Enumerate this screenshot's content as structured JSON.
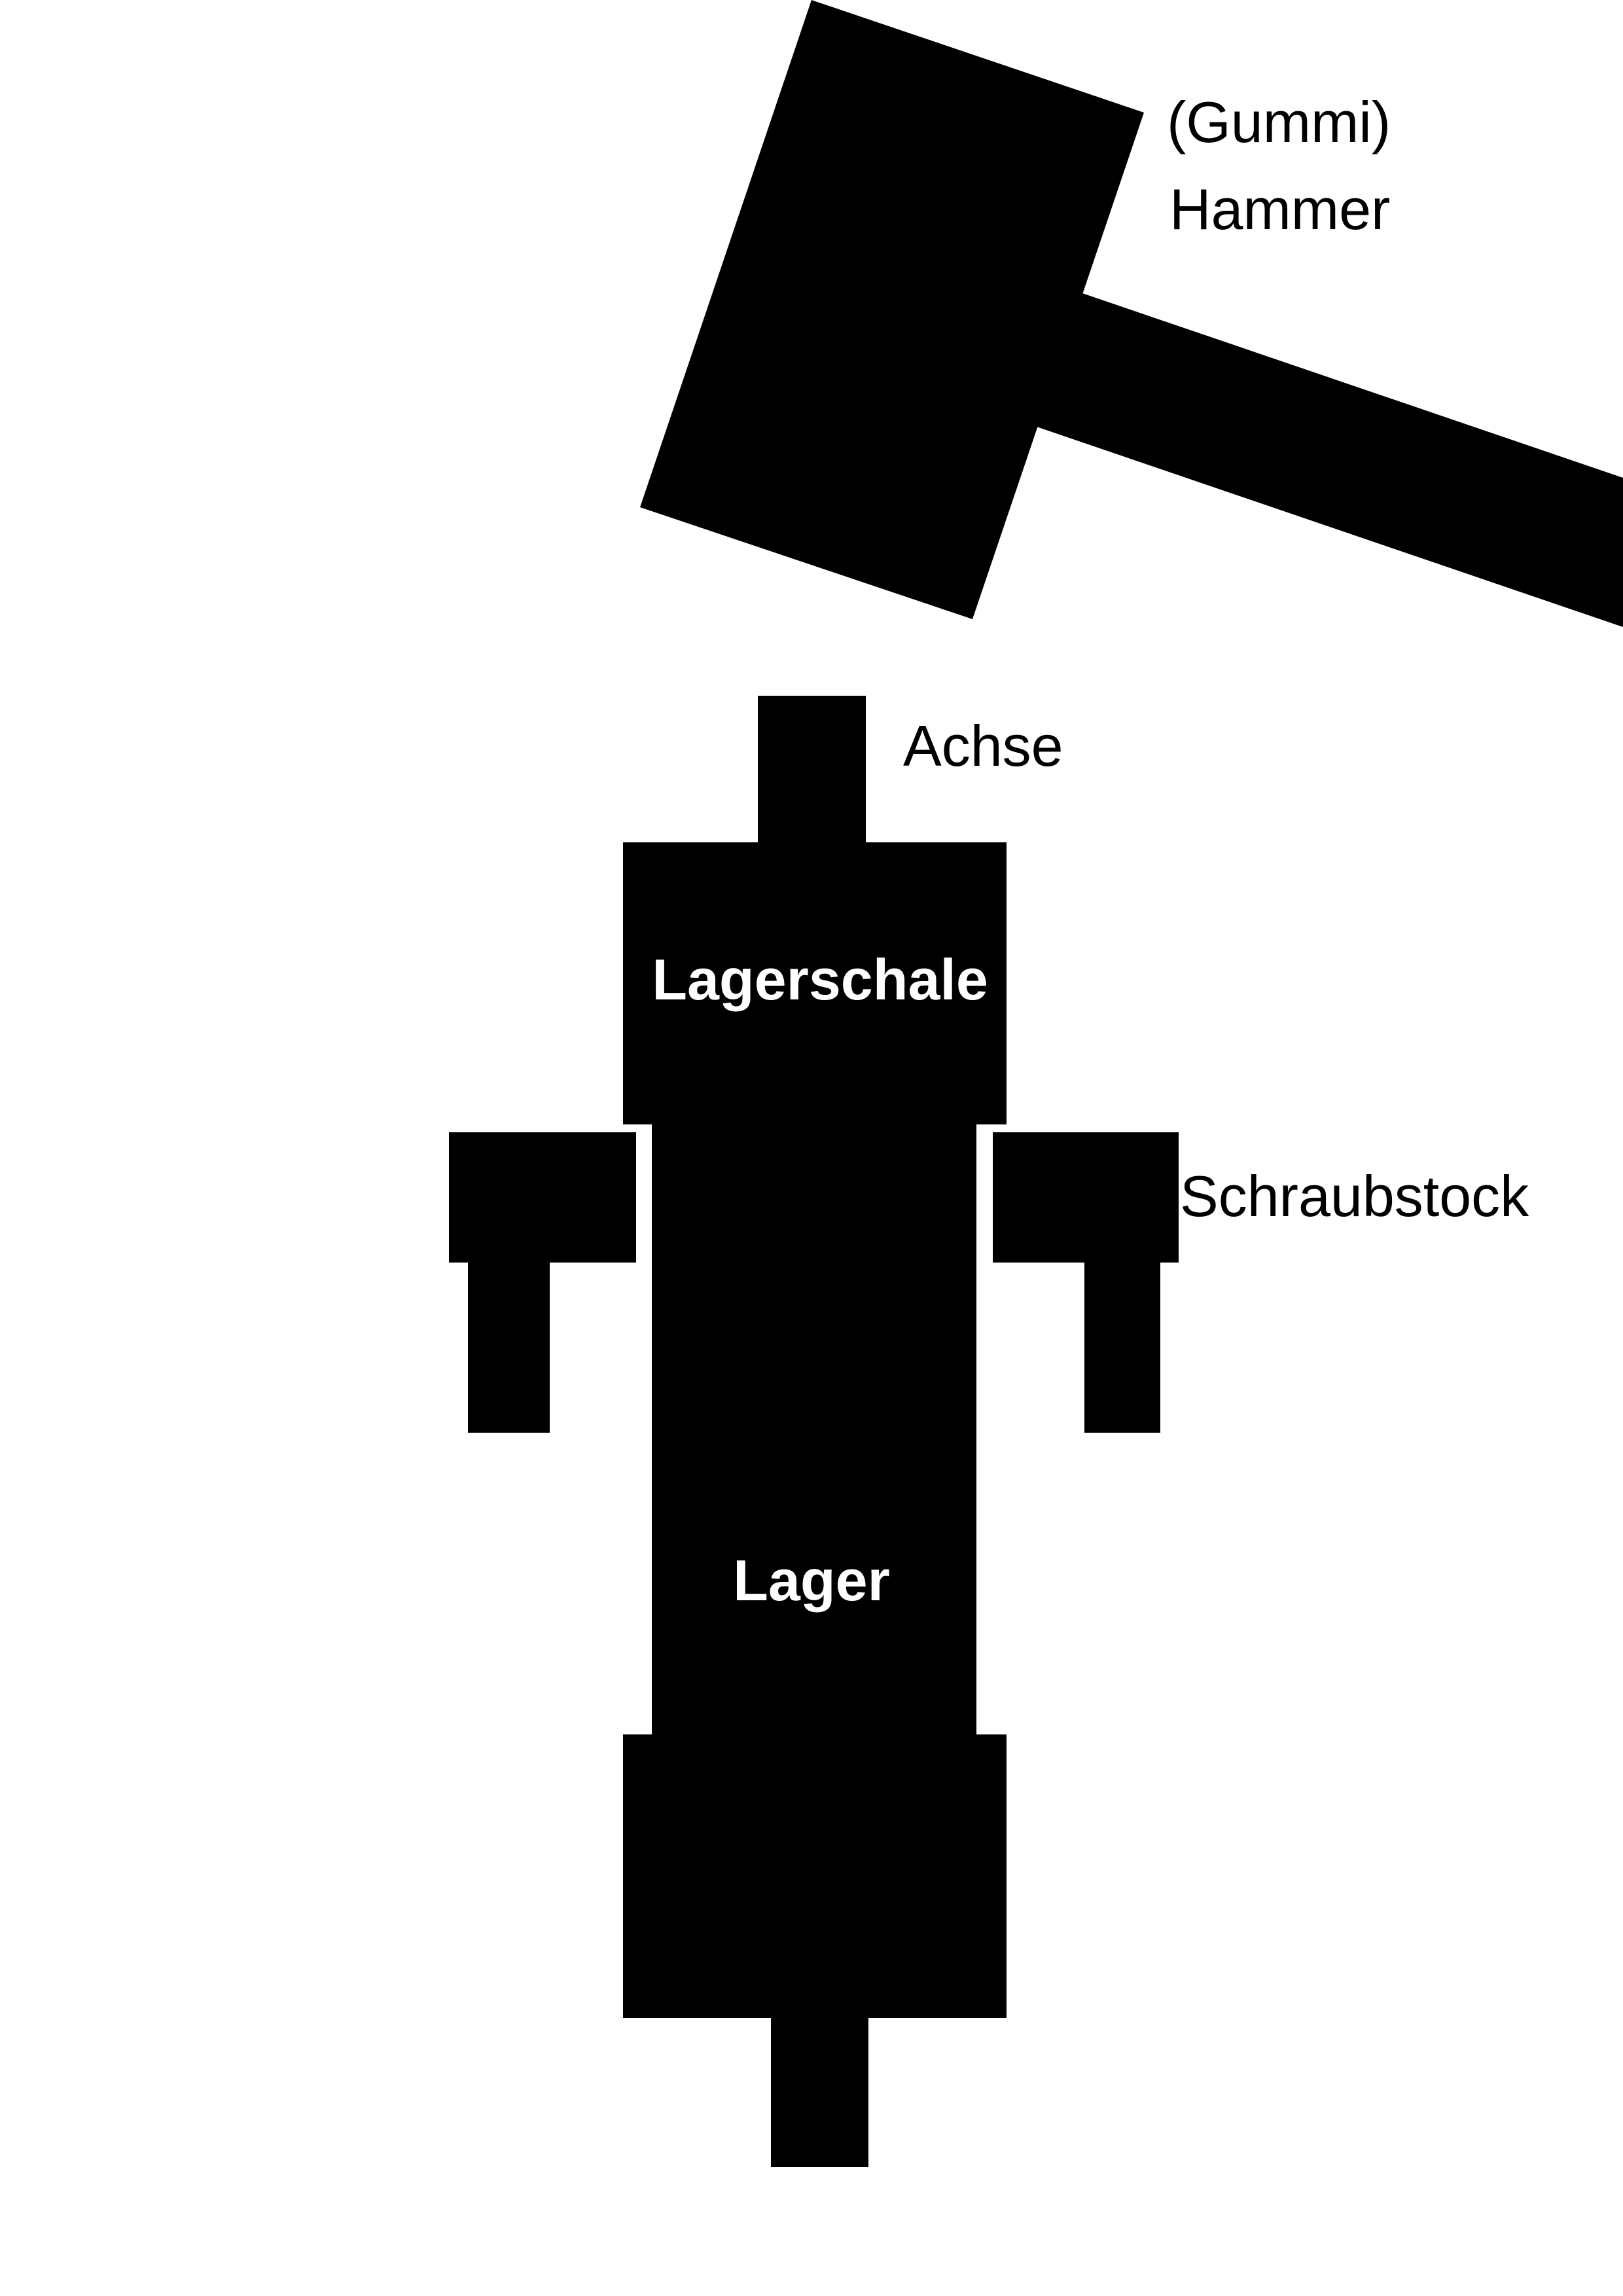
{
  "colors": {
    "background": "#ffffff",
    "shapes": "#000000",
    "label_on_white": "#000000",
    "label_on_black": "#ffffff"
  },
  "labels": {
    "hammer_line1": "(Gummi)",
    "hammer_line2": "Hammer",
    "axle": "Achse",
    "bearing_shell": "Lagerschale",
    "vise": "Schraubstock",
    "bearing": "Lager"
  }
}
